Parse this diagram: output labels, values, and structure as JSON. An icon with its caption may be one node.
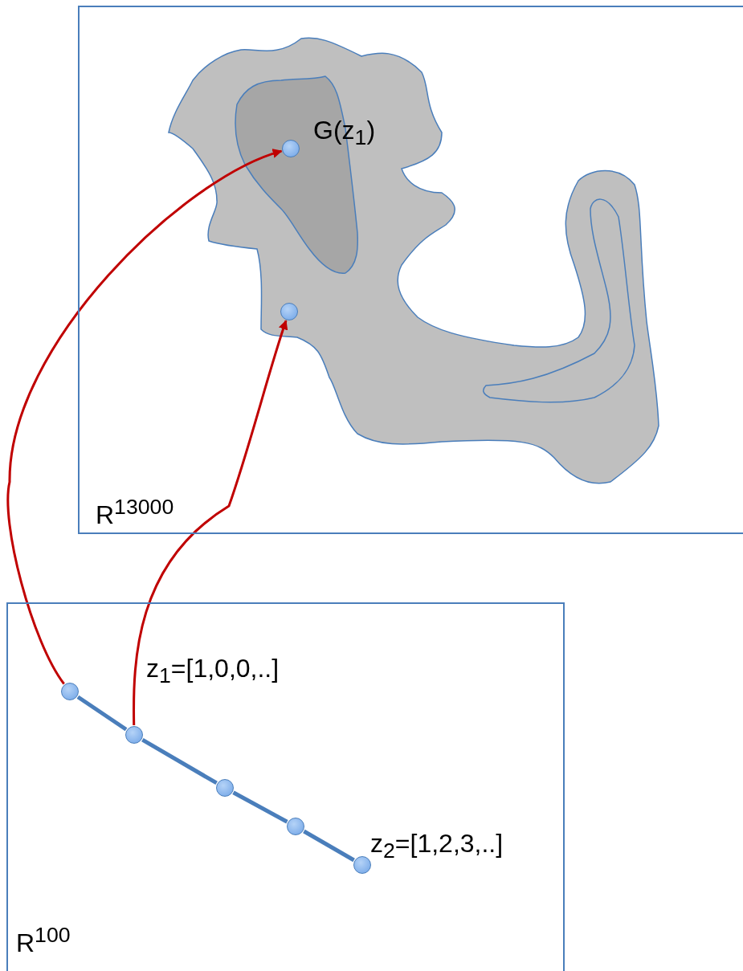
{
  "diagram": {
    "nodes": [
      {
        "text": [
          "R$^{13000}$"
        ]
      },
      {
        "text": [],
        "shape": "circle",
        "in": 0,
        "beside": [
          "G(z$_{1}$)"
        ]
      },
      {
        "text": [],
        "shape": "circle",
        "in": 0
      },
      {
        "text": [
          "R$^{100}$"
        ]
      },
      {
        "text": [],
        "shape": "circle",
        "in": 3,
        "beside": [
          "z$_{1}$=[1,0,0,..]"
        ]
      },
      {
        "text": [],
        "shape": "circle",
        "in": 3
      },
      {
        "text": [],
        "shape": "circle",
        "in": 3
      },
      {
        "text": [],
        "shape": "circle",
        "in": 3
      },
      {
        "text": [],
        "shape": "circle",
        "in": 3,
        "beside": [
          "z$_{2}$=[1,2,3,..]"
        ]
      }
    ],
    "edges": [
      {
        "from": 4,
        "to": 1,
        "arrow": "to",
        "color": "#c00000"
      },
      {
        "from": 5,
        "to": 2,
        "arrow": "to",
        "color": "#c00000"
      },
      {
        "from": 4,
        "to": 5,
        "arrow": "none"
      },
      {
        "from": 5,
        "to": 6,
        "arrow": "none"
      },
      {
        "from": 6,
        "to": 7,
        "arrow": "none"
      },
      {
        "from": 7,
        "to": 8,
        "arrow": "none"
      }
    ]
  }
}
